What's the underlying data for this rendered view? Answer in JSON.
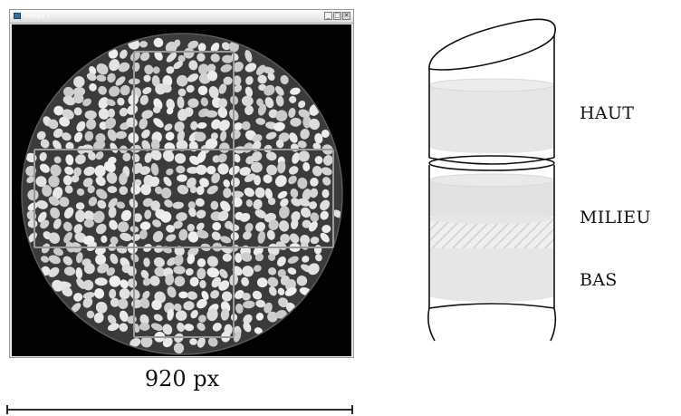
{
  "window": {
    "title": "Image 1",
    "btn_min": "_",
    "btn_max": "□",
    "btn_close": "✕"
  },
  "scale": {
    "label": "920 px"
  },
  "sections": {
    "haut": "HAUT",
    "milieu": "MILIEU",
    "bas": "BAS"
  },
  "colors": {
    "background": "#000000",
    "grain": "#d9d9d9",
    "matrix": "#3b3b3b",
    "section_fill": "#e6e6e6",
    "hatch": "#cfcfcf"
  }
}
